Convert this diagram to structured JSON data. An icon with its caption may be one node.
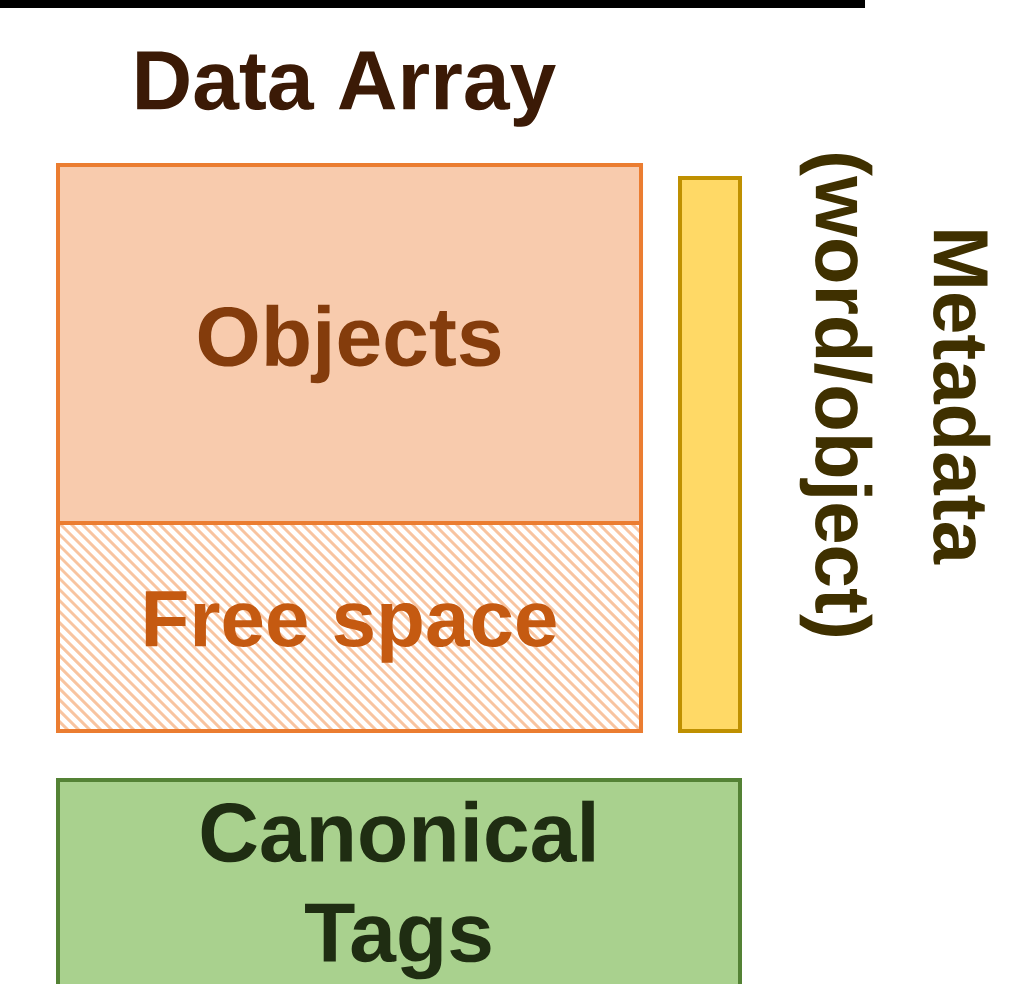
{
  "diagram": {
    "nodes": [
      {
        "text": [
          "Data Array"
        ]
      },
      {
        "text": [
          "Objects"
        ],
        "in": 0
      },
      {
        "text": [
          "Free space"
        ],
        "in": 0
      },
      {
        "text": [],
        "shape": "bar"
      },
      {
        "text": [
          "Canonical Tags"
        ]
      }
    ],
    "labels": [
      "Metadata (word/object)"
    ]
  }
}
